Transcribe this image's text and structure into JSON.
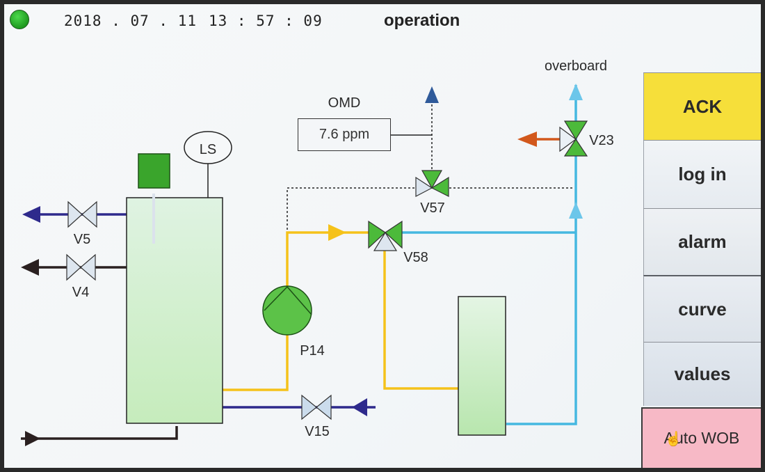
{
  "header": {
    "status_indicator": "green-led",
    "date": "2018 . 07 . 11",
    "time": "13 : 57 : 09",
    "title": "operation"
  },
  "sidebar": {
    "buttons": [
      {
        "label": "ACK",
        "color": "#f6df3a"
      },
      {
        "label": "log in"
      },
      {
        "label": "alarm"
      },
      {
        "label": "curve"
      },
      {
        "label": "values"
      },
      {
        "label": "Auto WOB",
        "color": "#f7b9c6"
      }
    ]
  },
  "diagram": {
    "sensor": {
      "name": "OMD",
      "value": "7.6 ppm"
    },
    "level_switch": "LS",
    "pump": "P14",
    "valves": [
      "V5",
      "V4",
      "V15",
      "V57",
      "V58",
      "V23"
    ],
    "outlet_label": "overboard",
    "colors": {
      "yellow_line": "#f5c21a",
      "cyan_line": "#45b8e0",
      "navy_line": "#2e2a8c",
      "black_line": "#2a2020",
      "orange_arrow": "#d2581c",
      "valve_open": "#4cba3a",
      "valve_closed": "#dde6ef",
      "tank_fill": "#cdeec9"
    }
  }
}
